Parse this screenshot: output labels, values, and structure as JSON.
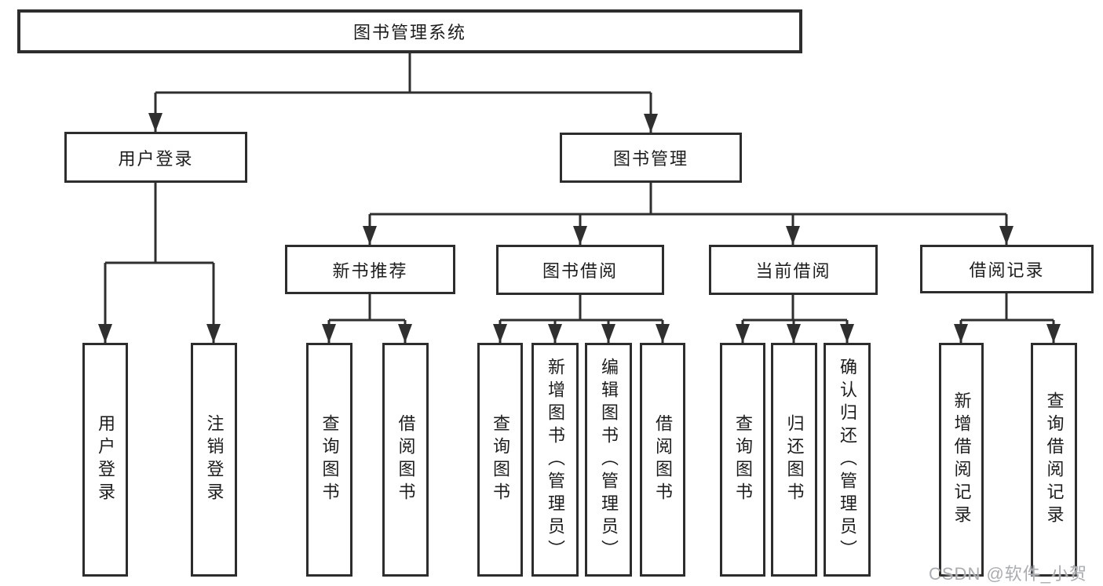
{
  "colors": {
    "background": "#ffffff",
    "line": "#2f2f2f",
    "box_border": "#2d2d2d",
    "text": "#1d1d1d",
    "watermark": "#a9adb2"
  },
  "tree": {
    "root": "图书管理系统",
    "branches": [
      {
        "label": "用户登录",
        "children": [
          "用户登录",
          "注销登录"
        ]
      },
      {
        "label": "图书管理",
        "groups": [
          {
            "label": "新书推荐",
            "children": [
              "查询图书",
              "借阅图书"
            ]
          },
          {
            "label": "图书借阅",
            "children": [
              "查询图书",
              "新增图书（管理员）",
              "编辑图书（管理员）",
              "借阅图书"
            ]
          },
          {
            "label": "当前借阅",
            "children": [
              "查询图书",
              "归还图书",
              "确认归还（管理员）"
            ]
          },
          {
            "label": "借阅记录",
            "children": [
              "新增借阅记录",
              "查询借阅记录"
            ]
          }
        ]
      }
    ]
  },
  "watermark": "CSDN @软件_小贺同学"
}
